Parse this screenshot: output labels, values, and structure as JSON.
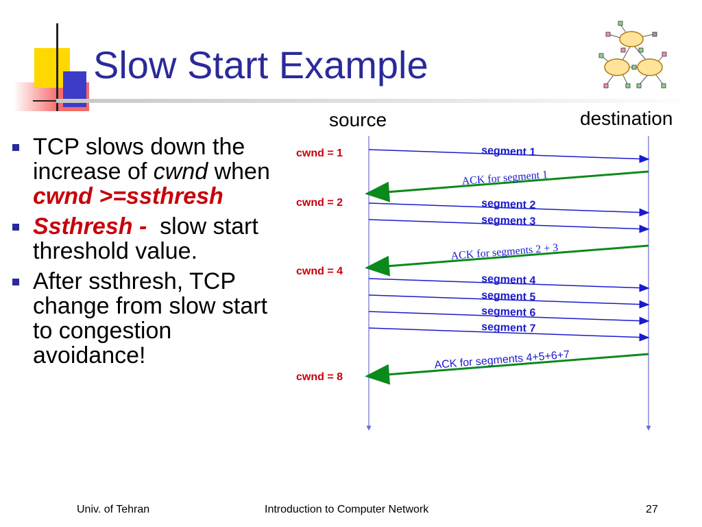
{
  "slide": {
    "title": "Slow Start Example",
    "bullets": [
      {
        "parts": [
          {
            "text": "TCP slows down the increase of ",
            "style": "normal"
          },
          {
            "text": "cwnd",
            "style": "italic"
          },
          {
            "text": " when ",
            "style": "normal"
          },
          {
            "text": "cwnd >=ssthresh",
            "style": "red-italic-bold"
          }
        ]
      },
      {
        "parts": [
          {
            "text": "Ssthresh -  ",
            "style": "red-italic-bold"
          },
          {
            "text": "slow start threshold value.",
            "style": "normal"
          }
        ]
      },
      {
        "parts": [
          {
            "text": "After ssthresh, TCP change from slow start to congestion avoidance!",
            "style": "normal"
          }
        ]
      }
    ]
  },
  "diagram": {
    "source_label": "source",
    "destination_label": "destination",
    "cwnd_labels": [
      "cwnd = 1",
      "cwnd = 2",
      "cwnd = 4",
      "cwnd = 8"
    ],
    "segments": [
      "segment 1",
      "segment 2",
      "segment 3",
      "segment 4",
      "segment 5",
      "segment 6",
      "segment 7"
    ],
    "acks": [
      "ACK for segment 1",
      "ACK for segments 2 + 3",
      "ACK for segments 4+5+6+7"
    ]
  },
  "footer": {
    "left": "Univ. of Tehran",
    "center": "Introduction to Computer Network",
    "page": "27"
  },
  "colors": {
    "title": "#2a2a9a",
    "bullet_mark": "#2a2a9a",
    "cwnd": "#c8000a",
    "segment_arrow": "#1a1acc",
    "ack_arrow": "#0a8a1a",
    "timeline": "#6a6ad8"
  },
  "icons": {
    "network": "network-clouds-icon"
  }
}
